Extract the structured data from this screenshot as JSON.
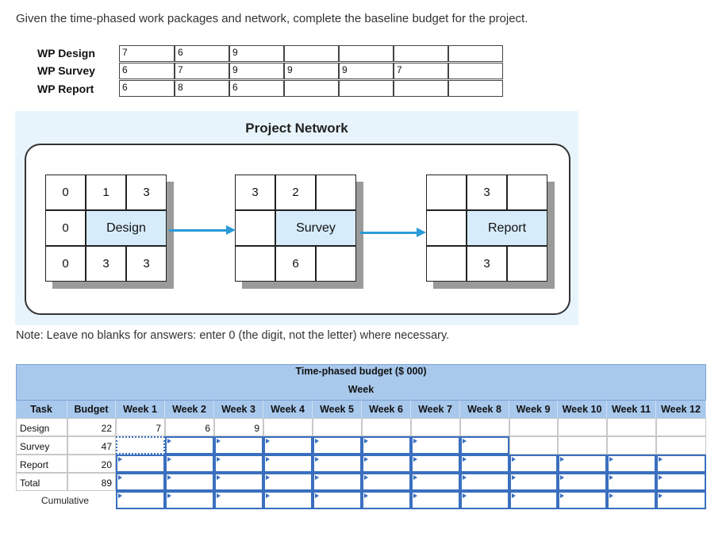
{
  "instruction": "Given the time-phased work packages and network, complete the baseline budget for the project.",
  "work_packages": [
    {
      "label": "WP Design",
      "cells": [
        "7",
        "6",
        "9",
        "",
        "",
        "",
        ""
      ]
    },
    {
      "label": "WP Survey",
      "cells": [
        "6",
        "7",
        "9",
        "9",
        "9",
        "7",
        ""
      ]
    },
    {
      "label": "WP Report",
      "cells": [
        "6",
        "8",
        "6",
        "",
        "",
        "",
        ""
      ]
    }
  ],
  "network": {
    "title": "Project Network",
    "nodes": [
      {
        "name": "Design",
        "es": "0",
        "d": "1",
        "ef": "3",
        "slack_l": "0",
        "ls": "0",
        "dur": "3",
        "lf": "3"
      },
      {
        "name": "Survey",
        "es": "3",
        "d": "2",
        "ef": "",
        "slack_l": "",
        "ls": "",
        "dur": "6",
        "lf": ""
      },
      {
        "name": "Report",
        "es": "",
        "d": "3",
        "ef": "",
        "slack_l": "",
        "ls": "",
        "dur": "3",
        "lf": ""
      }
    ]
  },
  "note": "Note: Leave no blanks for answers: enter 0 (the digit, not the letter) where necessary.",
  "budget_table": {
    "title": "Time-phased budget ($ 000)",
    "week_label": "Week",
    "columns": [
      "Task",
      "Budget",
      "Week 1",
      "Week 2",
      "Week 3",
      "Week 4",
      "Week 5",
      "Week 6",
      "Week 7",
      "Week 8",
      "Week 9",
      "Week 10",
      "Week 11",
      "Week 12"
    ],
    "rows": [
      {
        "task": "Design",
        "budget": "22",
        "weeks": [
          "7",
          "6",
          "9",
          "",
          "",
          "",
          "",
          "",
          "",
          "",
          "",
          ""
        ]
      },
      {
        "task": "Survey",
        "budget": "47",
        "weeks": [
          "",
          "",
          "",
          "",
          "",
          "",
          "",
          "",
          "",
          "",
          "",
          ""
        ]
      },
      {
        "task": "Report",
        "budget": "20",
        "weeks": [
          "",
          "",
          "",
          "",
          "",
          "",
          "",
          "",
          "",
          "",
          "",
          ""
        ]
      },
      {
        "task": "Total",
        "budget": "89",
        "weeks": [
          "",
          "",
          "",
          "",
          "",
          "",
          "",
          "",
          "",
          "",
          "",
          ""
        ]
      }
    ],
    "cumulative_label": "Cumulative"
  },
  "colors": {
    "header_blue": "#a8c8ec",
    "input_border": "#3a6fbf",
    "arrow_blue": "#2a9ad8",
    "network_bg": "#e8f4fc",
    "node_mid": "#d6ecfa"
  }
}
